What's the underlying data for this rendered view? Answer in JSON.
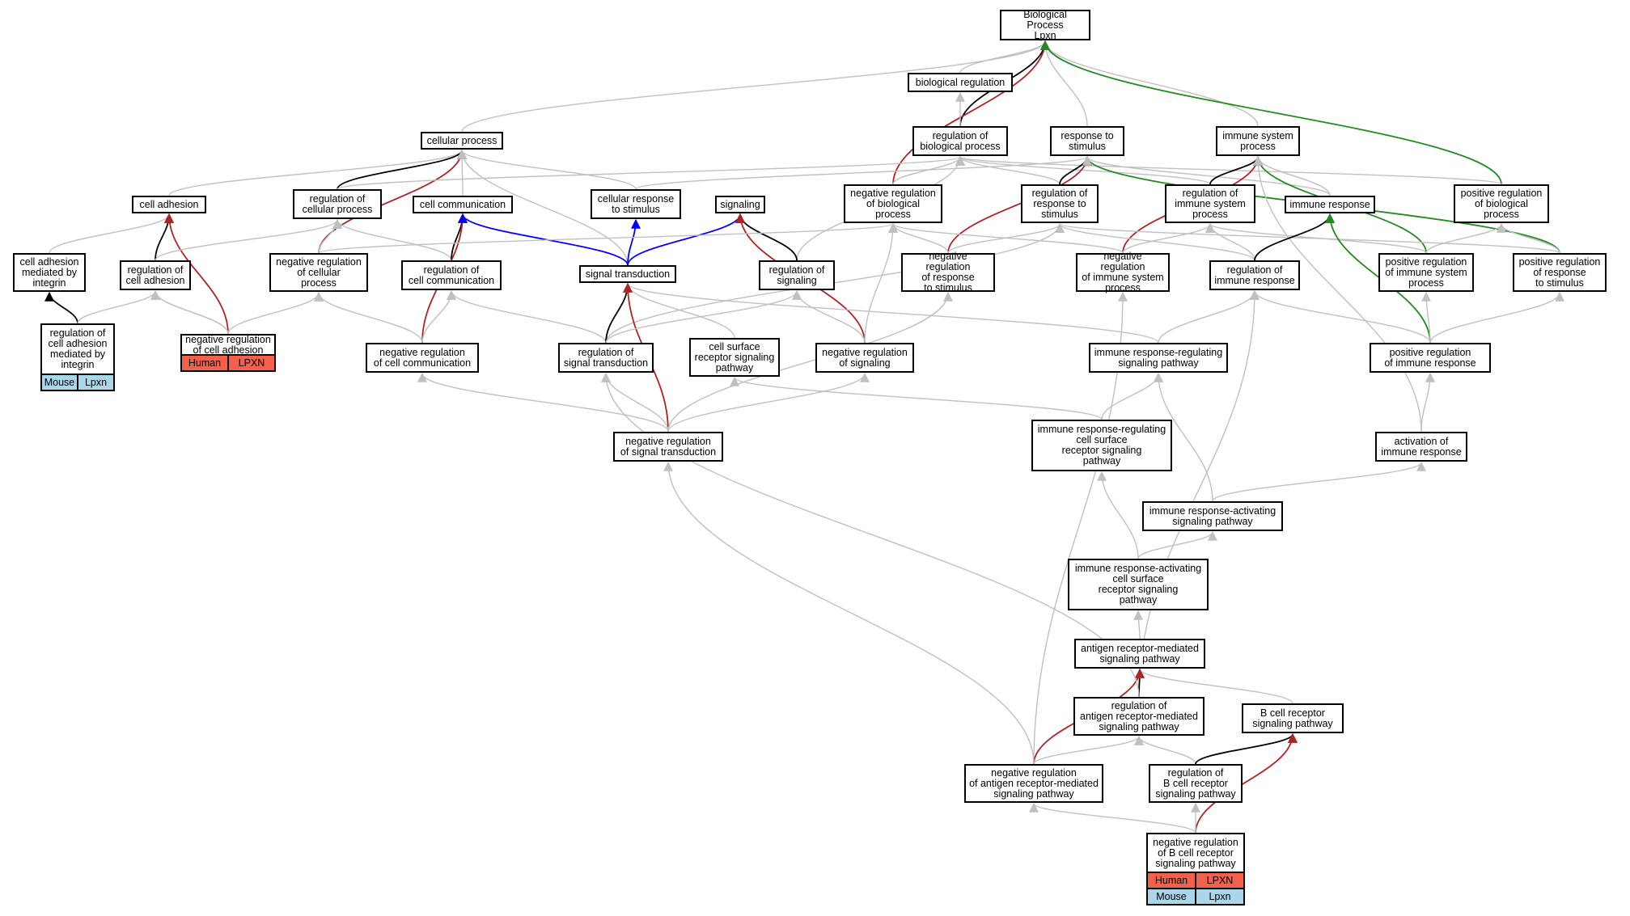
{
  "nodes": [
    {
      "id": "bp",
      "label": "Biological Process\nLpxn"
    },
    {
      "id": "biolreg",
      "label": "biological regulation"
    },
    {
      "id": "cellproc",
      "label": "cellular process"
    },
    {
      "id": "regbp",
      "label": "regulation of\nbiological process"
    },
    {
      "id": "resp",
      "label": "response to\nstimulus"
    },
    {
      "id": "imsys",
      "label": "immune system\nprocess"
    },
    {
      "id": "celladh",
      "label": "cell adhesion"
    },
    {
      "id": "regcellproc",
      "label": "regulation of\ncellular process"
    },
    {
      "id": "cellcomm",
      "label": "cell communication"
    },
    {
      "id": "cellresp",
      "label": "cellular response\nto stimulus"
    },
    {
      "id": "signaling",
      "label": "signaling"
    },
    {
      "id": "negregbp",
      "label": "negative regulation\nof biological\nprocess"
    },
    {
      "id": "regresp",
      "label": "regulation of\nresponse to\nstimulus"
    },
    {
      "id": "regimsys",
      "label": "regulation of\nimmune system\nprocess"
    },
    {
      "id": "imresp",
      "label": "immune response"
    },
    {
      "id": "posregbp",
      "label": "positive regulation\nof biological\nprocess"
    },
    {
      "id": "cellintegrin",
      "label": "cell adhesion\nmediated by\nintegrin"
    },
    {
      "id": "regcelladh",
      "label": "regulation of\ncell adhesion"
    },
    {
      "id": "negregcellproc",
      "label": "negative regulation\nof cellular\nprocess"
    },
    {
      "id": "regcellcomm",
      "label": "regulation of\ncell communication"
    },
    {
      "id": "sigtrans",
      "label": "signal transduction"
    },
    {
      "id": "regsig",
      "label": "regulation of\nsignaling"
    },
    {
      "id": "negregresp",
      "label": "negative regulation\nof response\nto stimulus"
    },
    {
      "id": "negregimsys",
      "label": "negative regulation\nof immune system\nprocess"
    },
    {
      "id": "regimresp",
      "label": "regulation of\nimmune response"
    },
    {
      "id": "posregimsys",
      "label": "positive regulation\nof immune system\nprocess"
    },
    {
      "id": "posregresp",
      "label": "positive regulation\nof response\nto stimulus"
    },
    {
      "id": "regintegrin",
      "label": "regulation of\ncell adhesion\nmediated by\nintegrin"
    },
    {
      "id": "negregcelladh",
      "label": "negative regulation\nof cell adhesion"
    },
    {
      "id": "negregcellcomm",
      "label": "negative regulation\nof cell communication"
    },
    {
      "id": "regsigtrans",
      "label": "regulation of\nsignal transduction"
    },
    {
      "id": "csrsp",
      "label": "cell surface\nreceptor signaling\npathway"
    },
    {
      "id": "negregsig",
      "label": "negative regulation\nof signaling"
    },
    {
      "id": "irrsp",
      "label": "immune response-regulating\nsignaling pathway"
    },
    {
      "id": "posregimresp",
      "label": "positive regulation\nof immune response"
    },
    {
      "id": "negregsigtrans",
      "label": "negative regulation\nof signal transduction"
    },
    {
      "id": "irrcsrsp",
      "label": "immune response-regulating\ncell surface\nreceptor signaling\npathway"
    },
    {
      "id": "actimresp",
      "label": "activation of\nimmune response"
    },
    {
      "id": "irasp",
      "label": "immune response-activating\nsignaling pathway"
    },
    {
      "id": "iracsrsp",
      "label": "immune response-activating\ncell surface\nreceptor signaling\npathway"
    },
    {
      "id": "armsp",
      "label": "antigen receptor-mediated\nsignaling pathway"
    },
    {
      "id": "regarmsp",
      "label": "regulation of\nantigen receptor-mediated\nsignaling pathway"
    },
    {
      "id": "bcrsp",
      "label": "B cell receptor\nsignaling pathway"
    },
    {
      "id": "negregarmsp",
      "label": "negative regulation\nof antigen receptor-mediated\nsignaling pathway"
    },
    {
      "id": "regbcrsp",
      "label": "regulation of\nB cell receptor\nsignaling pathway"
    },
    {
      "id": "negregbcrsp",
      "label": "negative regulation\nof B cell receptor\nsignaling pathway"
    }
  ],
  "annotations": [
    {
      "node": "regintegrin",
      "rows": [
        {
          "species": "Mouse",
          "gene": "Lpxn",
          "color": "#a7d7e8"
        }
      ]
    },
    {
      "node": "negregcelladh",
      "rows": [
        {
          "species": "Human",
          "gene": "LPXN",
          "color": "#f4614a"
        }
      ]
    },
    {
      "node": "negregbcrsp",
      "rows": [
        {
          "species": "Human",
          "gene": "LPXN",
          "color": "#f4614a"
        },
        {
          "species": "Mouse",
          "gene": "Lpxn",
          "color": "#a7d7e8"
        }
      ]
    }
  ],
  "edge_colors": {
    "is_a": "#c0c0c0",
    "part_of": "#000000",
    "negatively_regulates": "#b22222",
    "positively_regulates": "#228b22",
    "regulates": "#0000ff"
  },
  "edges": [
    {
      "from": "biolreg",
      "to": "bp",
      "type": "is_a"
    },
    {
      "from": "cellproc",
      "to": "bp",
      "type": "is_a"
    },
    {
      "from": "regbp",
      "to": "bp",
      "type": "part_of"
    },
    {
      "from": "resp",
      "to": "bp",
      "type": "is_a"
    },
    {
      "from": "imsys",
      "to": "bp",
      "type": "is_a"
    },
    {
      "from": "negregbp",
      "to": "bp",
      "type": "negatively_regulates"
    },
    {
      "from": "posregbp",
      "to": "bp",
      "type": "positively_regulates"
    },
    {
      "from": "regbp",
      "to": "biolreg",
      "type": "is_a"
    },
    {
      "from": "celladh",
      "to": "cellproc",
      "type": "is_a"
    },
    {
      "from": "regcellproc",
      "to": "cellproc",
      "type": "part_of"
    },
    {
      "from": "cellcomm",
      "to": "cellproc",
      "type": "is_a"
    },
    {
      "from": "cellresp",
      "to": "cellproc",
      "type": "is_a"
    },
    {
      "from": "negregcellproc",
      "to": "cellproc",
      "type": "negatively_regulates"
    },
    {
      "from": "sigtrans",
      "to": "cellproc",
      "type": "is_a"
    },
    {
      "from": "regcellproc",
      "to": "regbp",
      "type": "is_a"
    },
    {
      "from": "negregbp",
      "to": "regbp",
      "type": "is_a"
    },
    {
      "from": "regresp",
      "to": "regbp",
      "type": "is_a"
    },
    {
      "from": "regimsys",
      "to": "regbp",
      "type": "is_a"
    },
    {
      "from": "posregbp",
      "to": "regbp",
      "type": "is_a"
    },
    {
      "from": "regsig",
      "to": "regbp",
      "type": "is_a"
    },
    {
      "from": "cellresp",
      "to": "resp",
      "type": "is_a"
    },
    {
      "from": "regresp",
      "to": "resp",
      "type": "part_of"
    },
    {
      "from": "negregresp",
      "to": "resp",
      "type": "negatively_regulates"
    },
    {
      "from": "posregresp",
      "to": "resp",
      "type": "positively_regulates"
    },
    {
      "from": "imresp",
      "to": "resp",
      "type": "is_a"
    },
    {
      "from": "imresp",
      "to": "imsys",
      "type": "is_a"
    },
    {
      "from": "regimsys",
      "to": "imsys",
      "type": "part_of"
    },
    {
      "from": "negregimsys",
      "to": "imsys",
      "type": "negatively_regulates"
    },
    {
      "from": "posregimsys",
      "to": "imsys",
      "type": "positively_regulates"
    },
    {
      "from": "actimresp",
      "to": "imsys",
      "type": "is_a"
    },
    {
      "from": "cellintegrin",
      "to": "celladh",
      "type": "is_a"
    },
    {
      "from": "regcelladh",
      "to": "celladh",
      "type": "part_of"
    },
    {
      "from": "negregcelladh",
      "to": "celladh",
      "type": "negatively_regulates"
    },
    {
      "from": "regcelladh",
      "to": "regcellproc",
      "type": "is_a"
    },
    {
      "from": "negregcellproc",
      "to": "regcellproc",
      "type": "is_a"
    },
    {
      "from": "regcellcomm",
      "to": "regcellproc",
      "type": "is_a"
    },
    {
      "from": "regcellcomm",
      "to": "cellcomm",
      "type": "part_of"
    },
    {
      "from": "negregcellcomm",
      "to": "cellcomm",
      "type": "negatively_regulates"
    },
    {
      "from": "sigtrans",
      "to": "cellcomm",
      "type": "regulates"
    },
    {
      "from": "sigtrans",
      "to": "cellresp",
      "type": "regulates"
    },
    {
      "from": "sigtrans",
      "to": "signaling",
      "type": "regulates"
    },
    {
      "from": "regsig",
      "to": "signaling",
      "type": "part_of"
    },
    {
      "from": "negregsig",
      "to": "signaling",
      "type": "negatively_regulates"
    },
    {
      "from": "negregcellproc",
      "to": "negregbp",
      "type": "is_a"
    },
    {
      "from": "negregresp",
      "to": "negregbp",
      "type": "is_a"
    },
    {
      "from": "negregimsys",
      "to": "negregbp",
      "type": "is_a"
    },
    {
      "from": "negregsig",
      "to": "negregbp",
      "type": "is_a"
    },
    {
      "from": "negregresp",
      "to": "regresp",
      "type": "is_a"
    },
    {
      "from": "posregresp",
      "to": "regresp",
      "type": "is_a"
    },
    {
      "from": "regimresp",
      "to": "regresp",
      "type": "is_a"
    },
    {
      "from": "regsigtrans",
      "to": "regresp",
      "type": "is_a"
    },
    {
      "from": "negregimsys",
      "to": "regimsys",
      "type": "is_a"
    },
    {
      "from": "posregimsys",
      "to": "regimsys",
      "type": "is_a"
    },
    {
      "from": "regimresp",
      "to": "regimsys",
      "type": "is_a"
    },
    {
      "from": "regimresp",
      "to": "imresp",
      "type": "part_of"
    },
    {
      "from": "posregimresp",
      "to": "imresp",
      "type": "positively_regulates"
    },
    {
      "from": "posregimsys",
      "to": "posregbp",
      "type": "is_a"
    },
    {
      "from": "posregresp",
      "to": "posregbp",
      "type": "is_a"
    },
    {
      "from": "regintegrin",
      "to": "cellintegrin",
      "type": "part_of"
    },
    {
      "from": "regintegrin",
      "to": "regcelladh",
      "type": "is_a"
    },
    {
      "from": "negregcelladh",
      "to": "regcelladh",
      "type": "is_a"
    },
    {
      "from": "negregcelladh",
      "to": "negregcellproc",
      "type": "is_a"
    },
    {
      "from": "negregcellcomm",
      "to": "negregcellproc",
      "type": "is_a"
    },
    {
      "from": "negregcellcomm",
      "to": "regcellcomm",
      "type": "is_a"
    },
    {
      "from": "regsigtrans",
      "to": "regcellcomm",
      "type": "is_a"
    },
    {
      "from": "regsigtrans",
      "to": "sigtrans",
      "type": "part_of"
    },
    {
      "from": "csrsp",
      "to": "sigtrans",
      "type": "is_a"
    },
    {
      "from": "irrsp",
      "to": "sigtrans",
      "type": "is_a"
    },
    {
      "from": "negregsigtrans",
      "to": "sigtrans",
      "type": "negatively_regulates"
    },
    {
      "from": "regsigtrans",
      "to": "regsig",
      "type": "is_a"
    },
    {
      "from": "negregsig",
      "to": "regsig",
      "type": "is_a"
    },
    {
      "from": "negregsigtrans",
      "to": "negregresp",
      "type": "is_a"
    },
    {
      "from": "negregarmsp",
      "to": "negregimsys",
      "type": "is_a"
    },
    {
      "from": "irrsp",
      "to": "regimresp",
      "type": "is_a"
    },
    {
      "from": "posregimresp",
      "to": "regimresp",
      "type": "is_a"
    },
    {
      "from": "regarmsp",
      "to": "regimresp",
      "type": "is_a"
    },
    {
      "from": "posregimresp",
      "to": "posregimsys",
      "type": "is_a"
    },
    {
      "from": "posregimresp",
      "to": "posregresp",
      "type": "is_a"
    },
    {
      "from": "negregcelladh",
      "to": "regcelladh",
      "type": "is_a"
    },
    {
      "from": "negregsigtrans",
      "to": "negregcellcomm",
      "type": "is_a"
    },
    {
      "from": "negregsigtrans",
      "to": "regsigtrans",
      "type": "is_a"
    },
    {
      "from": "negregsigtrans",
      "to": "negregsig",
      "type": "is_a"
    },
    {
      "from": "irrcsrsp",
      "to": "csrsp",
      "type": "is_a"
    },
    {
      "from": "irrcsrsp",
      "to": "irrsp",
      "type": "is_a"
    },
    {
      "from": "irasp",
      "to": "irrsp",
      "type": "is_a"
    },
    {
      "from": "actimresp",
      "to": "posregimresp",
      "type": "is_a"
    },
    {
      "from": "irasp",
      "to": "actimresp",
      "type": "is_a"
    },
    {
      "from": "iracsrsp",
      "to": "irrcsrsp",
      "type": "is_a"
    },
    {
      "from": "iracsrsp",
      "to": "irasp",
      "type": "is_a"
    },
    {
      "from": "armsp",
      "to": "iracsrsp",
      "type": "is_a"
    },
    {
      "from": "regarmsp",
      "to": "armsp",
      "type": "part_of"
    },
    {
      "from": "bcrsp",
      "to": "armsp",
      "type": "is_a"
    },
    {
      "from": "negregarmsp",
      "to": "armsp",
      "type": "negatively_regulates"
    },
    {
      "from": "regarmsp",
      "to": "regsigtrans",
      "type": "is_a"
    },
    {
      "from": "negregarmsp",
      "to": "regarmsp",
      "type": "is_a"
    },
    {
      "from": "regbcrsp",
      "to": "regarmsp",
      "type": "is_a"
    },
    {
      "from": "regbcrsp",
      "to": "bcrsp",
      "type": "part_of"
    },
    {
      "from": "negregbcrsp",
      "to": "bcrsp",
      "type": "negatively_regulates"
    },
    {
      "from": "negregarmsp",
      "to": "negregsigtrans",
      "type": "is_a"
    },
    {
      "from": "negregbcrsp",
      "to": "negregarmsp",
      "type": "is_a"
    },
    {
      "from": "negregbcrsp",
      "to": "regbcrsp",
      "type": "is_a"
    }
  ]
}
